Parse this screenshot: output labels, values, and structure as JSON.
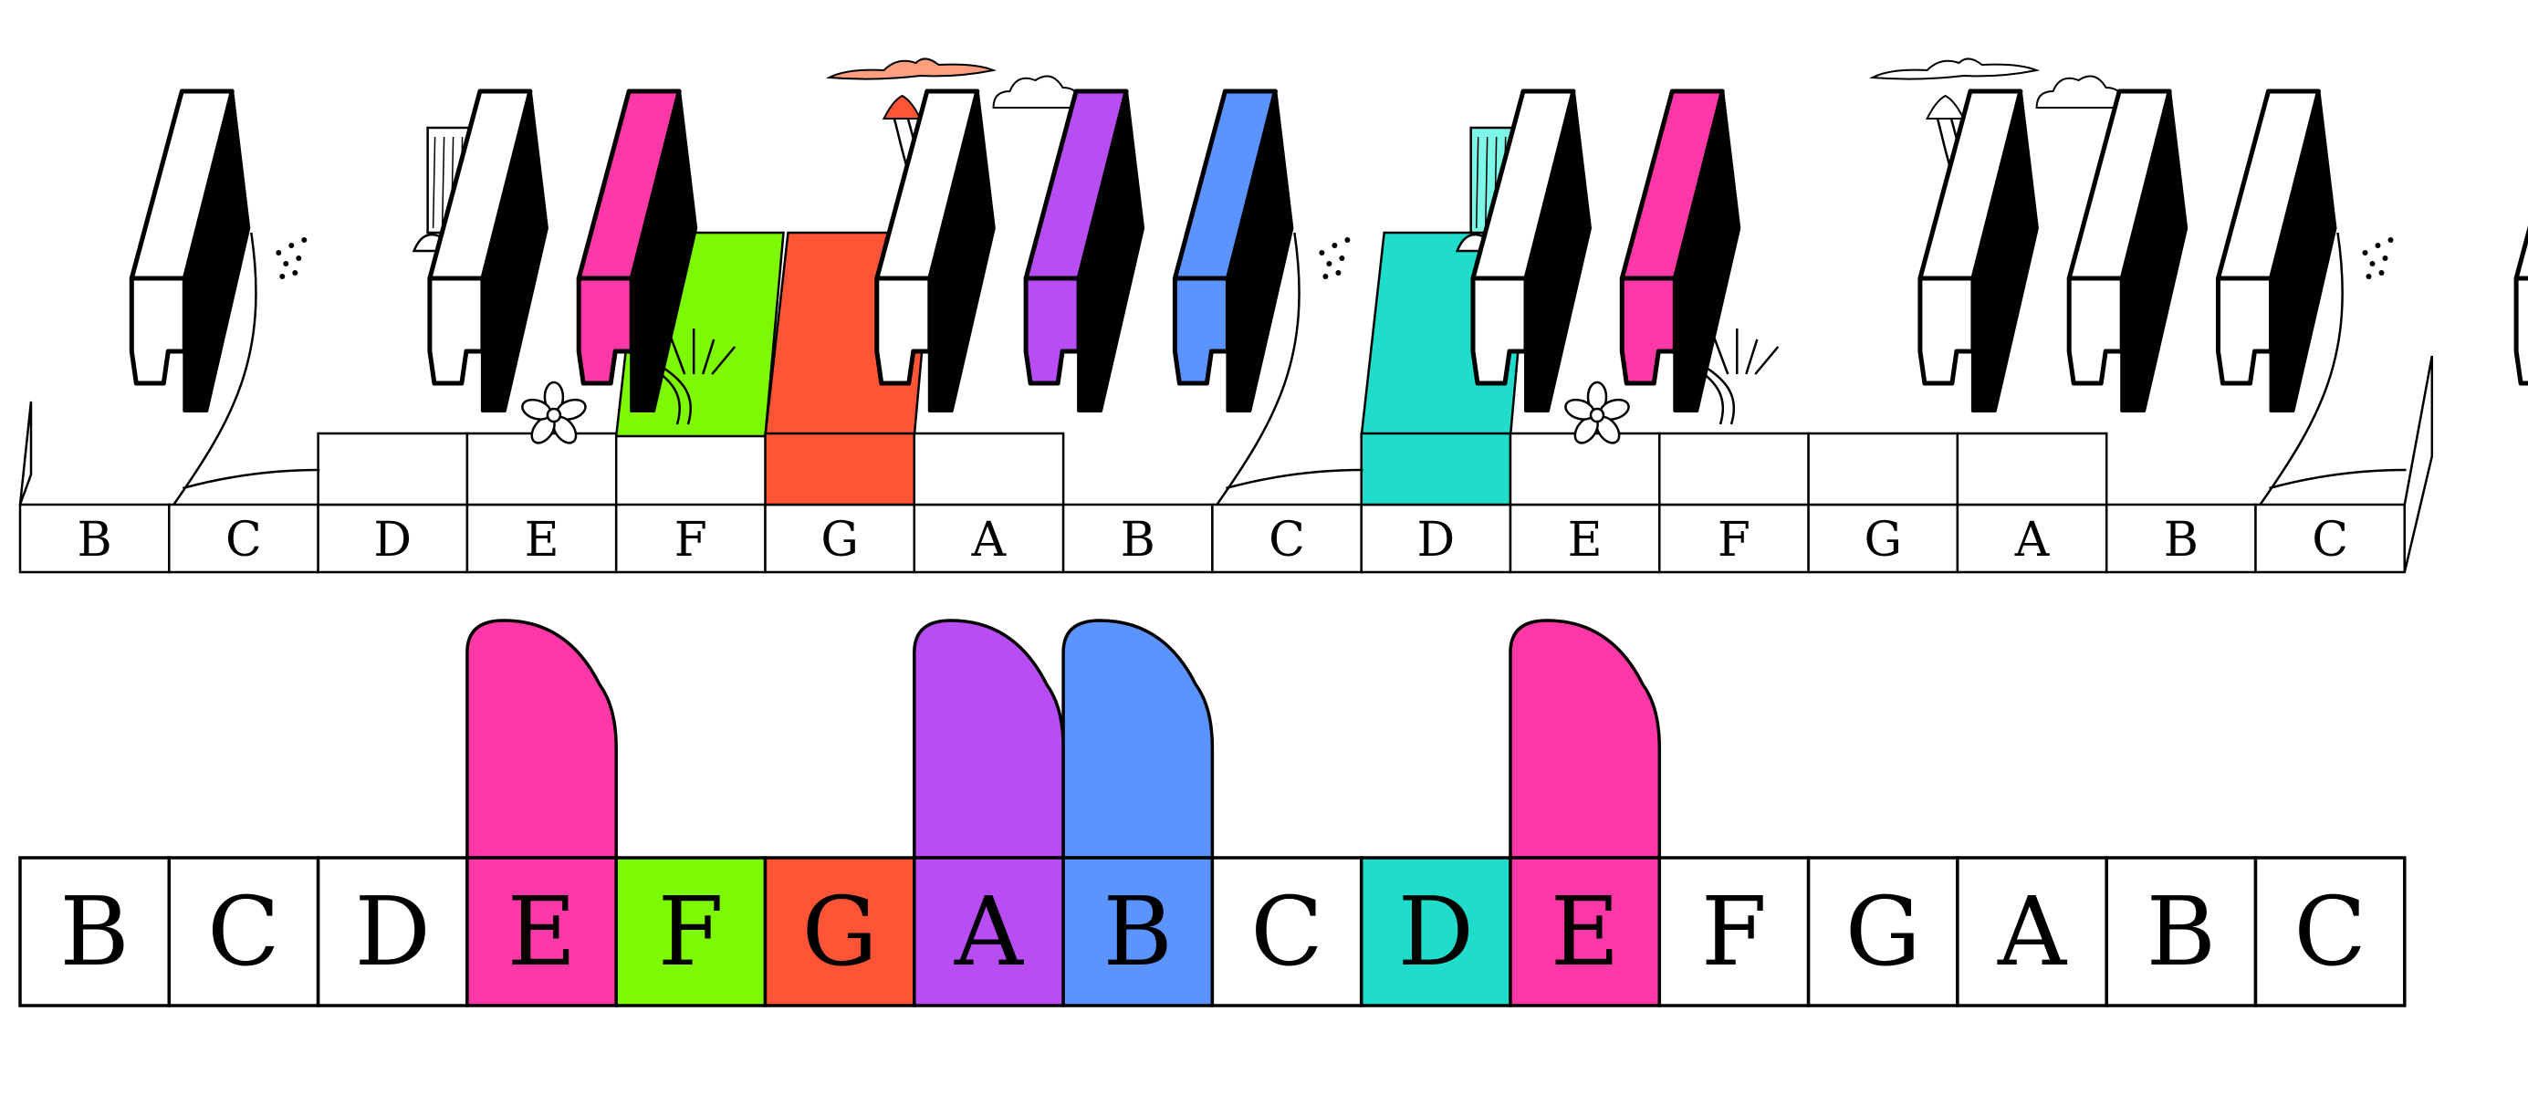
{
  "top_keyboard": {
    "white_keys": [
      {
        "note": "B",
        "color": "#ffffff"
      },
      {
        "note": "C",
        "color": "#ffffff"
      },
      {
        "note": "D",
        "color": "#ffffff"
      },
      {
        "note": "E",
        "color": "#ffffff"
      },
      {
        "note": "F",
        "color": "#7df904"
      },
      {
        "note": "G",
        "color": "#ff5435"
      },
      {
        "note": "A",
        "color": "#ffffff"
      },
      {
        "note": "B",
        "color": "#ffffff"
      },
      {
        "note": "C",
        "color": "#ffffff"
      },
      {
        "note": "D",
        "color": "#1fdccb"
      },
      {
        "note": "E",
        "color": "#ffffff"
      },
      {
        "note": "F",
        "color": "#ffffff"
      },
      {
        "note": "G",
        "color": "#ffffff"
      },
      {
        "note": "A",
        "color": "#ffffff"
      },
      {
        "note": "B",
        "color": "#ffffff"
      },
      {
        "note": "C",
        "color": "#ffffff"
      }
    ],
    "black_keys": [
      {
        "after_key": 0,
        "color": "#ffffff"
      },
      {
        "after_key": 2,
        "color": "#ffffff"
      },
      {
        "after_key": 3,
        "color": "#ff38a8"
      },
      {
        "after_key": 5,
        "color": "#ffffff"
      },
      {
        "after_key": 6,
        "color": "#b84df3"
      },
      {
        "after_key": 7,
        "color": "#5b93ff"
      },
      {
        "after_key": 9,
        "color": "#ffffff"
      },
      {
        "after_key": 10,
        "color": "#ff38a8"
      },
      {
        "after_key": 12,
        "color": "#ffffff"
      },
      {
        "after_key": 13,
        "color": "#ffffff"
      },
      {
        "after_key": 14,
        "color": "#ffffff"
      },
      {
        "after_key": 16,
        "color": "#ffffff"
      }
    ]
  },
  "bottom_strip": {
    "cells": [
      {
        "note": "B",
        "color": "#ffffff"
      },
      {
        "note": "C",
        "color": "#ffffff"
      },
      {
        "note": "D",
        "color": "#ffffff"
      },
      {
        "note": "E",
        "color": "#ff38a8"
      },
      {
        "note": "F",
        "color": "#7df904"
      },
      {
        "note": "G",
        "color": "#ff5435"
      },
      {
        "note": "A",
        "color": "#b84df3"
      },
      {
        "note": "B",
        "color": "#5b93ff"
      },
      {
        "note": "C",
        "color": "#ffffff"
      },
      {
        "note": "D",
        "color": "#1fdccb"
      },
      {
        "note": "E",
        "color": "#ff38a8"
      },
      {
        "note": "F",
        "color": "#ffffff"
      },
      {
        "note": "G",
        "color": "#ffffff"
      },
      {
        "note": "A",
        "color": "#ffffff"
      },
      {
        "note": "B",
        "color": "#ffffff"
      },
      {
        "note": "C",
        "color": "#ffffff"
      }
    ],
    "tabs": [
      {
        "above_cell": 3,
        "color": "#ff38a8"
      },
      {
        "above_cell": 6,
        "color": "#b84df3"
      },
      {
        "above_cell": 7,
        "color": "#5b93ff"
      },
      {
        "above_cell": 10,
        "color": "#ff38a8"
      }
    ]
  },
  "colors": {
    "outline": "#000000",
    "volcano_smoke": "#ff9f80",
    "waterfall_teal": "#7df7e6"
  }
}
